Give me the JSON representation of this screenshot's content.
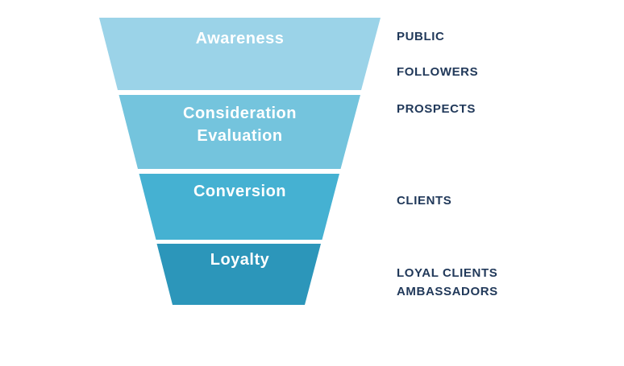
{
  "diagram": {
    "type": "funnel",
    "orientation": "top-down"
  },
  "funnel": {
    "text_color": "#ffffff",
    "stages": [
      {
        "lines": [
          "Awareness"
        ],
        "color": "#9bd3e8",
        "audience": "PUBLIC / FOLLOWERS"
      },
      {
        "lines": [
          "Consideration",
          "Evaluation"
        ],
        "color": "#74c4dd",
        "audience": "PROSPECTS"
      },
      {
        "lines": [
          "Conversion"
        ],
        "color": "#45b1d2",
        "audience": "CLIENTS"
      },
      {
        "lines": [
          "Loyalty"
        ],
        "color": "#2c96ba",
        "audience": "LOYAL CLIENTS AMBASSADORS"
      }
    ]
  },
  "audience": {
    "color": "#21395a",
    "labels": [
      {
        "lines": [
          "PUBLIC"
        ]
      },
      {
        "lines": [
          "FOLLOWERS"
        ]
      },
      {
        "lines": [
          "PROSPECTS"
        ]
      },
      {
        "lines": [
          "CLIENTS"
        ]
      },
      {
        "lines": [
          "LOYAL CLIENTS",
          "AMBASSADORS"
        ]
      }
    ]
  }
}
